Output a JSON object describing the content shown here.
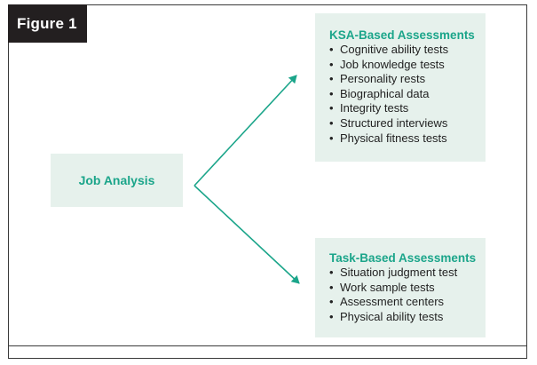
{
  "figure_label": "Figure 1",
  "colors": {
    "accent": "#1ba58a",
    "box_fill": "#e6f1ec",
    "tag_fill": "#231f20"
  },
  "job_analysis": {
    "label": "Job Analysis"
  },
  "ksa": {
    "title": "KSA-Based Assessments",
    "items": [
      "Cognitive ability tests",
      "Job knowledge tests",
      "Personality rests",
      "Biographical data",
      "Integrity tests",
      "Structured interviews",
      "Physical fitness tests"
    ]
  },
  "task": {
    "title": "Task-Based Assessments",
    "items": [
      "Situation judgment test",
      "Work sample tests",
      "Assessment centers",
      "Physical ability tests"
    ]
  },
  "bullet": "•"
}
